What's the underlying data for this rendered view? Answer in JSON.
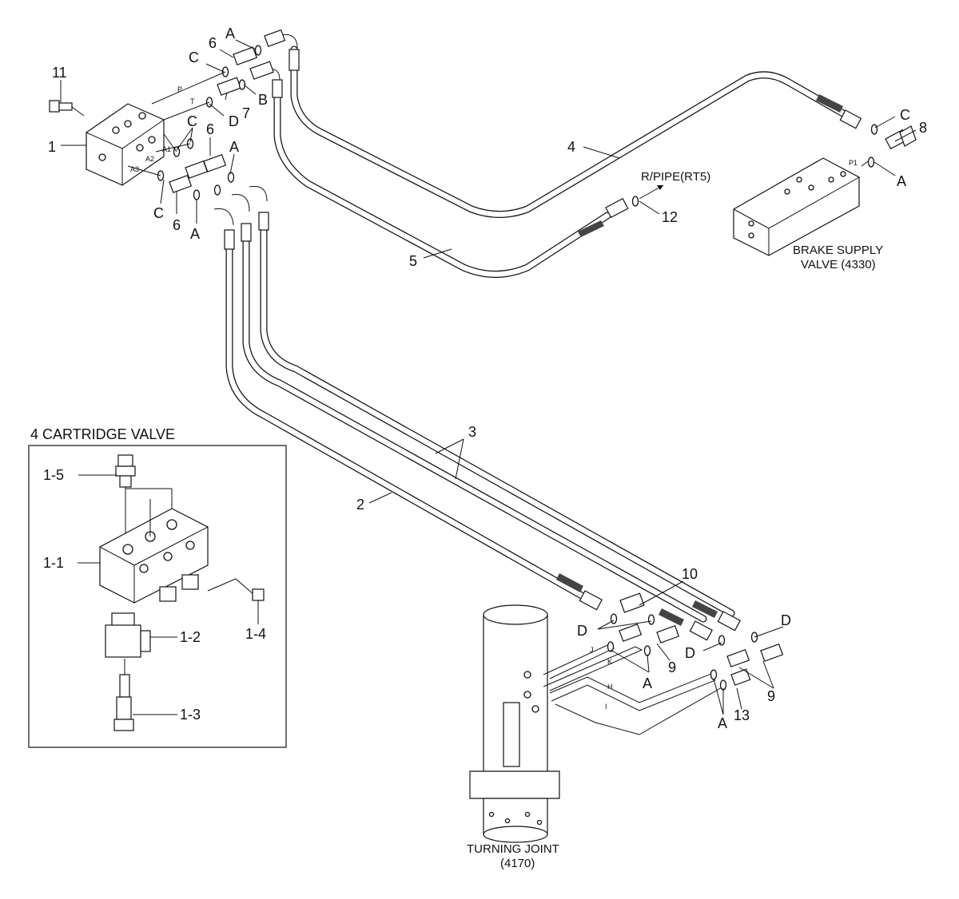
{
  "callouts": {
    "n1": "1",
    "n2": "2",
    "n3": "3",
    "n4": "4",
    "n5": "5",
    "n6a": "6",
    "n6b": "6",
    "n6c": "6",
    "n7": "7",
    "n8": "8",
    "n9a": "9",
    "n9b": "9",
    "n10": "10",
    "n11": "11",
    "n12": "12",
    "n13": "13",
    "cA1": "A",
    "cA2": "A",
    "cA3": "A",
    "cA4": "A",
    "cA5": "A",
    "cA6": "A",
    "cB": "B",
    "cC1": "C",
    "cC2": "C",
    "cC3": "C",
    "cC4": "C",
    "cD1": "D",
    "cD2": "D",
    "cD3": "D",
    "cD4": "D"
  },
  "ports": {
    "P": "P",
    "T": "T",
    "A1": "A1",
    "A2": "A2",
    "A3": "A3",
    "P1": "P1",
    "J": "J",
    "K": "K",
    "H": "H",
    "I": "I"
  },
  "labels": {
    "rpipe": "R/PIPE(RT5)",
    "brake1": "BRAKE SUPPLY",
    "brake2": "VALVE (4330)",
    "turning1": "TURNING JOINT",
    "turning2": "(4170)"
  },
  "inset": {
    "title": "4 CARTRIDGE VALVE",
    "i15": "1-5",
    "i11": "1-1",
    "i12": "1-2",
    "i13": "1-3",
    "i14": "1-4"
  }
}
